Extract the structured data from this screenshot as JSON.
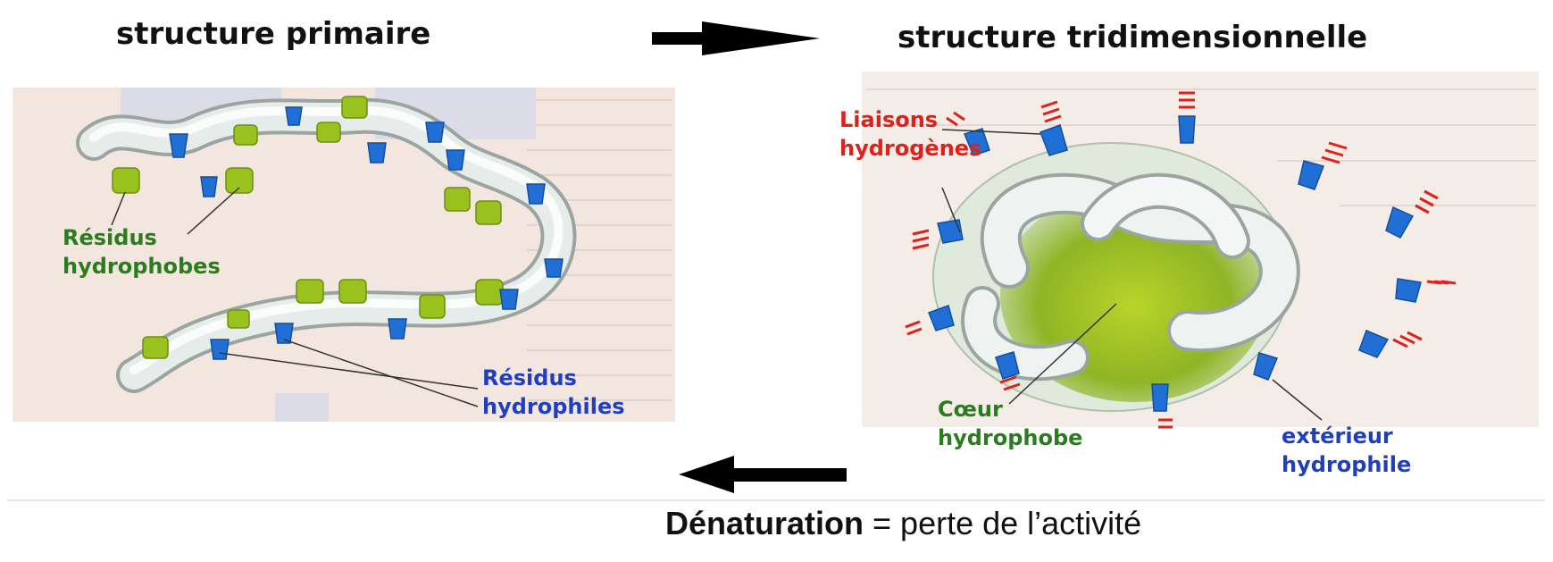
{
  "titles": {
    "left": "structure primaire",
    "right": "structure tridimensionnelle"
  },
  "labels": {
    "hydrophobic_residues": [
      "Résidus",
      "hydrophobes"
    ],
    "hydrophilic_residues": [
      "Résidus",
      "hydrophiles"
    ],
    "hydrogen_bonds": [
      "Liaisons",
      "hydrogènes"
    ],
    "hydrophobic_core": [
      "Cœur",
      "hydrophobe"
    ],
    "hydrophilic_exterior": [
      "extérieur",
      "hydrophile"
    ]
  },
  "caption": {
    "term": "Dénaturation",
    "rest": " = perte de l’activité"
  },
  "colors": {
    "hydrophobic": "#9ac21e",
    "hydrophilic": "#1f6fd6",
    "hbond": "#e0201a",
    "chain": "#e6ecea",
    "panel_bg": "#f2e6df"
  }
}
